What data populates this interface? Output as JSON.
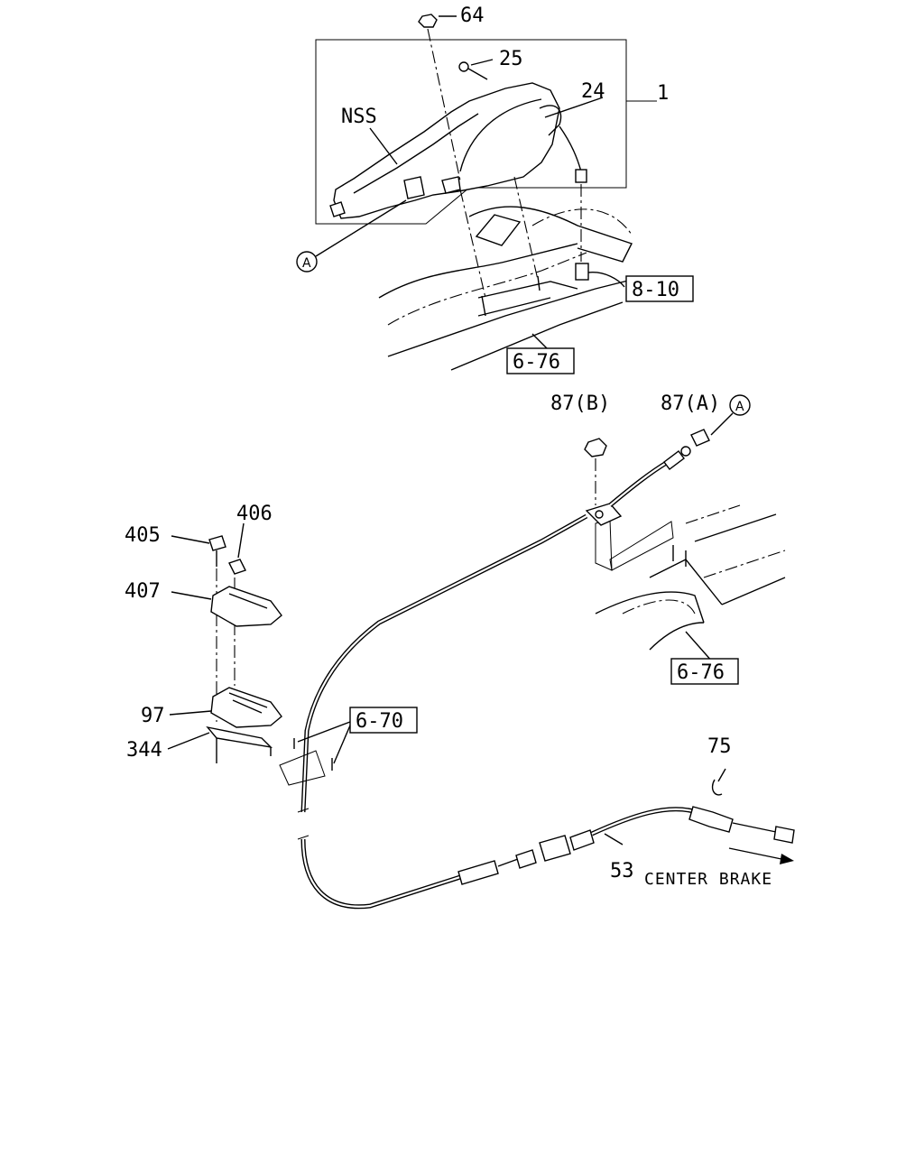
{
  "callouts": {
    "p64": "64",
    "p25": "25",
    "p24": "24",
    "p1": "1",
    "nss": "NSS",
    "pA_top": "A",
    "ref_8_10": "8-10",
    "ref_6_76_top": "6-76",
    "p87b": "87(B)",
    "p87a": "87(A)",
    "pA_right": "A",
    "p405": "405",
    "p406": "406",
    "p407": "407",
    "p97": "97",
    "p344": "344",
    "ref_6_70": "6-70",
    "ref_6_76_right": "6-76",
    "p75": "75",
    "p53": "53",
    "center_brake": "CENTER BRAKE"
  }
}
